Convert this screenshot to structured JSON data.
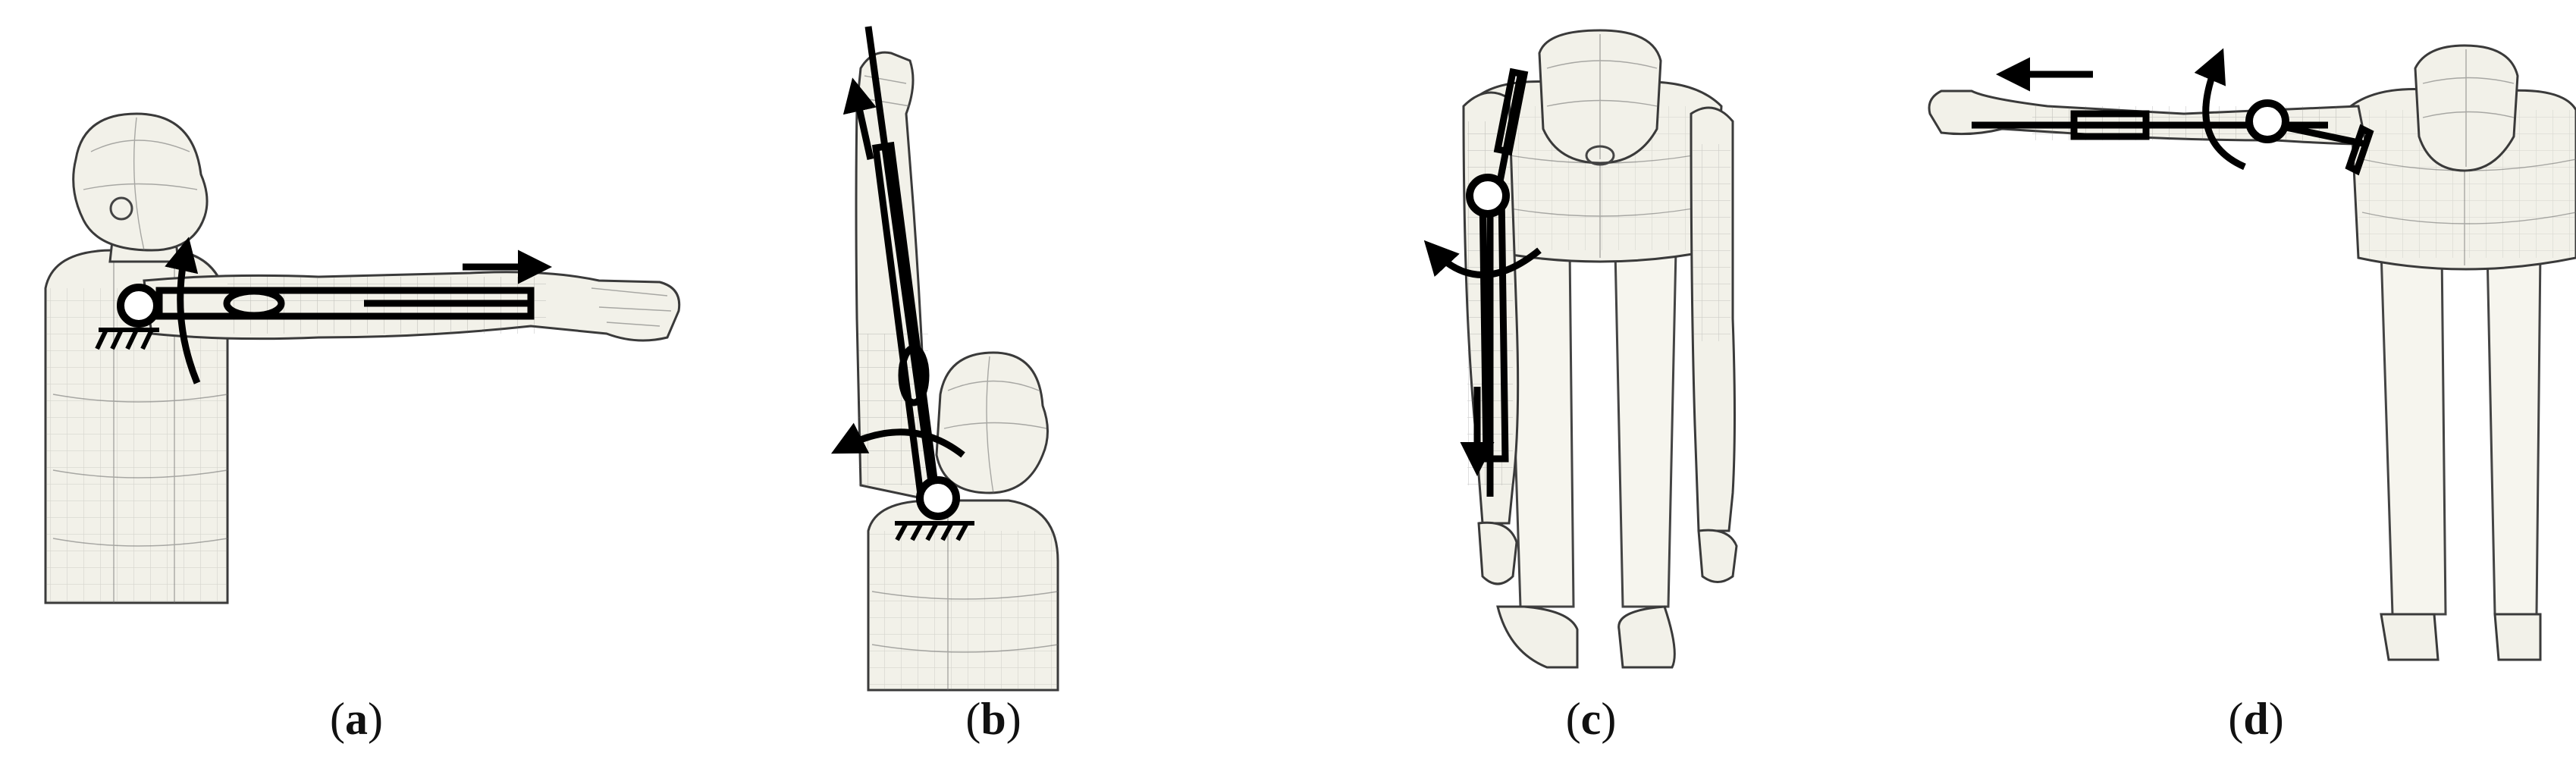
{
  "panels": [
    {
      "id": "a",
      "letter": "a"
    },
    {
      "id": "b",
      "letter": "b"
    },
    {
      "id": "c",
      "letter": "c"
    },
    {
      "id": "d",
      "letter": "d"
    }
  ]
}
